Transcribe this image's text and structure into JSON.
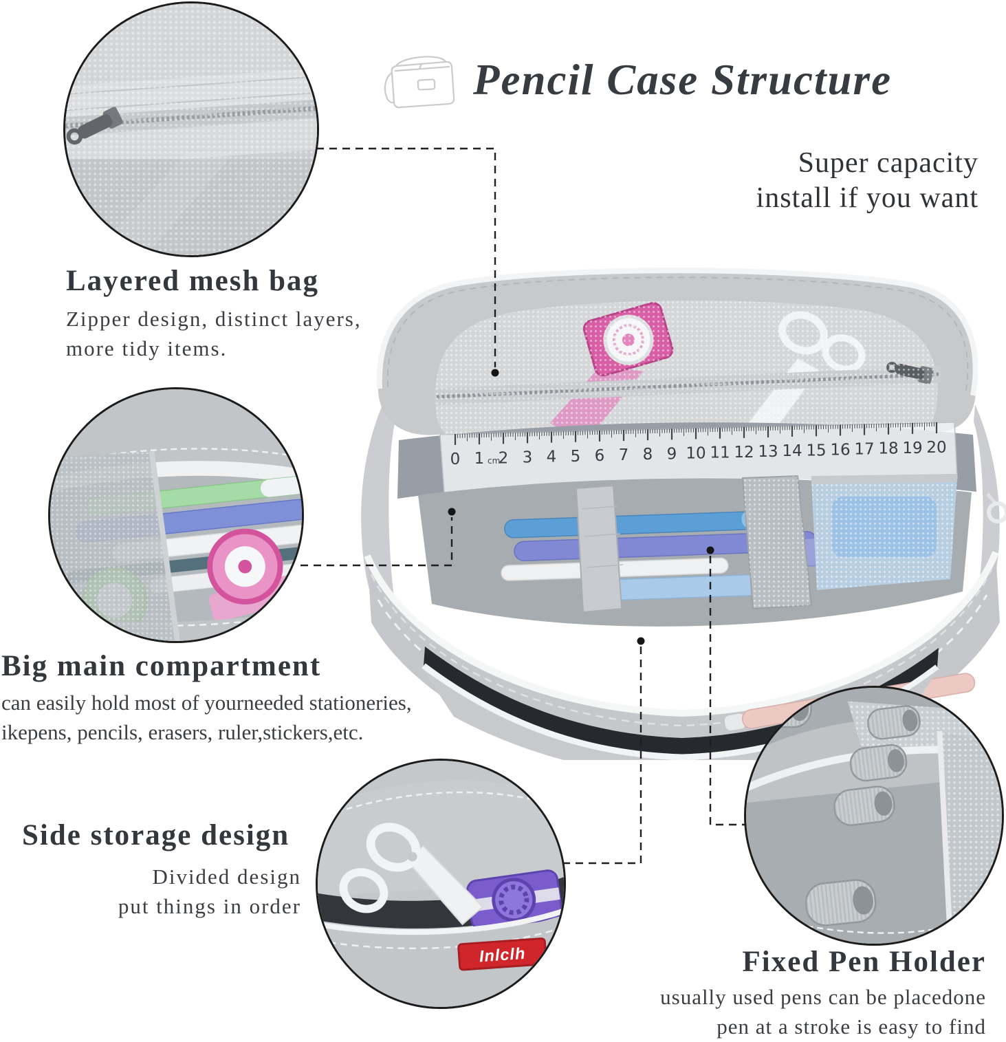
{
  "header": {
    "title": "Pencil Case Structure",
    "icon": "pencil-case-outline-icon"
  },
  "capacity_note": {
    "line1": "Super capacity",
    "line2": "install if you want"
  },
  "features": {
    "layered_mesh_bag": {
      "title": "Layered mesh bag",
      "desc1": "Zipper design, distinct layers,",
      "desc2": "more tidy items."
    },
    "big_main_compartment": {
      "title": "Big main compartment",
      "desc1": "can easily hold most of yourneeded stationeries,",
      "desc2": "ikepens, pencils, erasers, ruler,stickers,etc."
    },
    "side_storage": {
      "title": "Side storage design",
      "desc1": "Divided design",
      "desc2": "put things in order"
    },
    "fixed_pen_holder": {
      "title": "Fixed Pen Holder",
      "desc1": "usually used pens can be placedone",
      "desc2": "pen at a stroke is easy to find"
    }
  },
  "ruler": {
    "labels": [
      "0",
      "1",
      "2",
      "3",
      "4",
      "5",
      "6",
      "7",
      "8",
      "9",
      "10",
      "11",
      "12",
      "13",
      "14",
      "15",
      "16",
      "17",
      "18",
      "19",
      "20"
    ],
    "unit": "cm"
  },
  "logo": {
    "text": "Inlclh",
    "background": "#d0262b",
    "text_color": "#ffffff"
  },
  "colors": {
    "fabric_gray": "#c6c8ca",
    "mesh_gray": "#d6d8da",
    "interior_gray": "#9aa0a6",
    "text_dark": "#33373b",
    "callout_line": "#1f1f1f",
    "pink_tape": "#d85fa5",
    "purple_tape": "#7a5ccd",
    "green_disc": "#7fd86f",
    "blue_pen": "#5c9ed6",
    "periwinkle_pen": "#848dd6",
    "rose_pen": "#ecc9c3",
    "zipper_white": "#f3f4f5"
  }
}
